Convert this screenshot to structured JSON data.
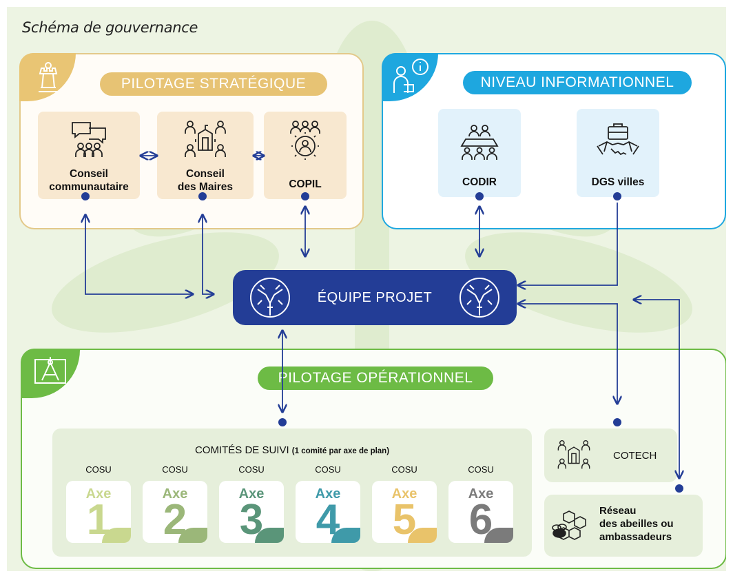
{
  "title": "Schéma de gouvernance",
  "strategic": {
    "title": "PILOTAGE STRATÉGIQUE",
    "cards": {
      "conseil_communautaire": {
        "line1": "Conseil",
        "line2": "communautaire"
      },
      "conseil_maires": {
        "line1": "Conseil",
        "line2": "des Maires"
      },
      "copil": {
        "label": "COPIL"
      }
    }
  },
  "informational": {
    "title": "NIVEAU INFORMATIONNEL",
    "cards": {
      "codir": {
        "label": "CODIR"
      },
      "dgs": {
        "label": "DGS villes"
      }
    }
  },
  "project_team": {
    "label": "ÉQUIPE PROJET"
  },
  "operational": {
    "title": "PILOTAGE OPÉRATIONNEL",
    "suivi": {
      "title": "COMITÉS DE SUIVI",
      "note": "(1 comité par axe de plan)",
      "cosu_label": "COSU",
      "axe_word": "Axe",
      "axes": [
        {
          "number": "1",
          "color": "#c9d88f"
        },
        {
          "number": "2",
          "color": "#9bb779"
        },
        {
          "number": "3",
          "color": "#5a9579"
        },
        {
          "number": "4",
          "color": "#3f9aa9"
        },
        {
          "number": "5",
          "color": "#e9c36a"
        },
        {
          "number": "6",
          "color": "#7b7b7b"
        }
      ]
    },
    "cotech": {
      "label": "COTECH"
    },
    "reseau": {
      "line1": "Réseau",
      "line2": "des abeilles ou",
      "line3": "ambassadeurs"
    }
  },
  "colors": {
    "navy": "#233d96",
    "strategic": "#e7c374",
    "informational": "#1ea7df",
    "operational": "#6dbb45"
  }
}
